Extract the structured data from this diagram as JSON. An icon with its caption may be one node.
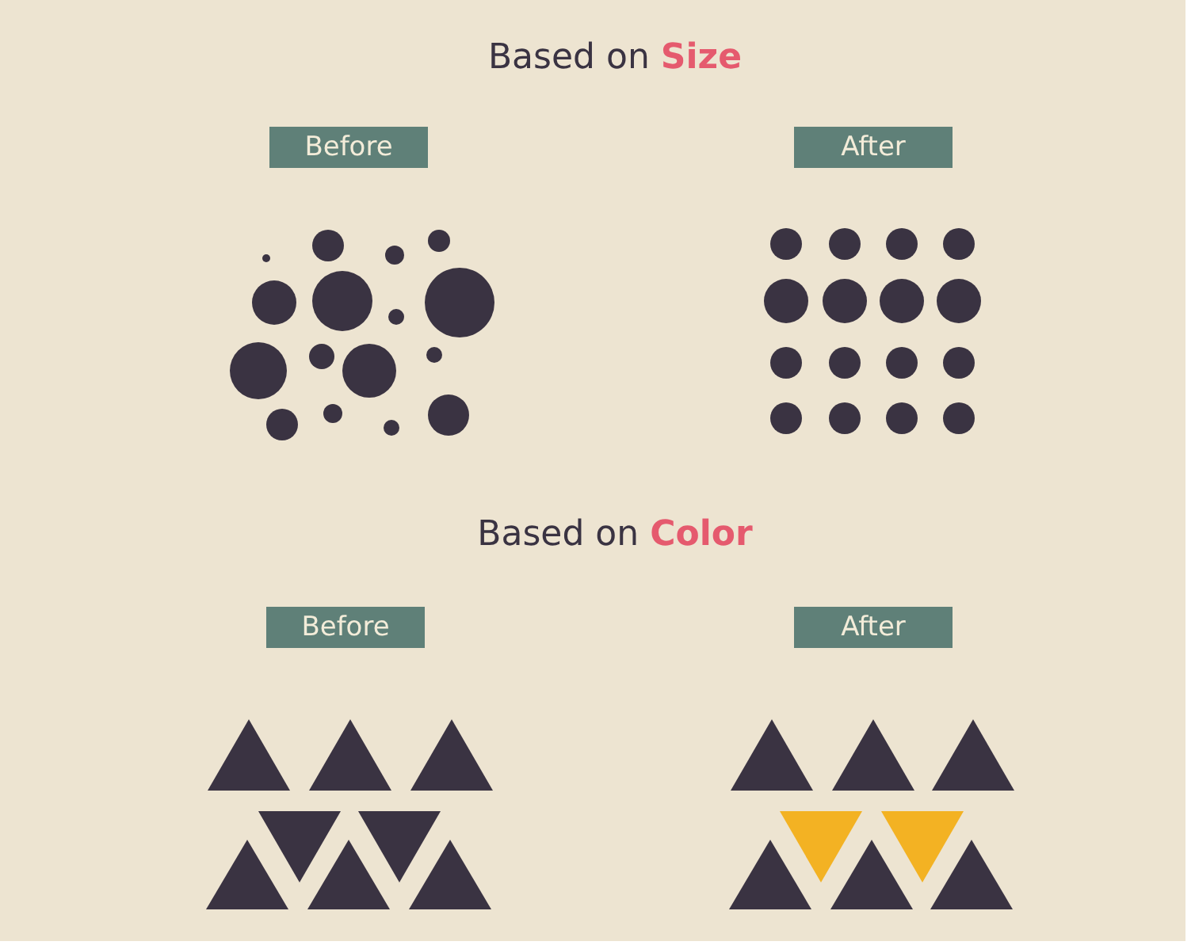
{
  "diagram": {
    "nodes": [
      {
        "text": [
          "Before"
        ]
      },
      {
        "text": [
          "After"
        ]
      },
      {
        "text": [
          "Before"
        ]
      },
      {
        "text": [
          "After"
        ]
      }
    ],
    "labels": [
      "Based on **Size**",
      "Based on **Color**"
    ]
  }
}
